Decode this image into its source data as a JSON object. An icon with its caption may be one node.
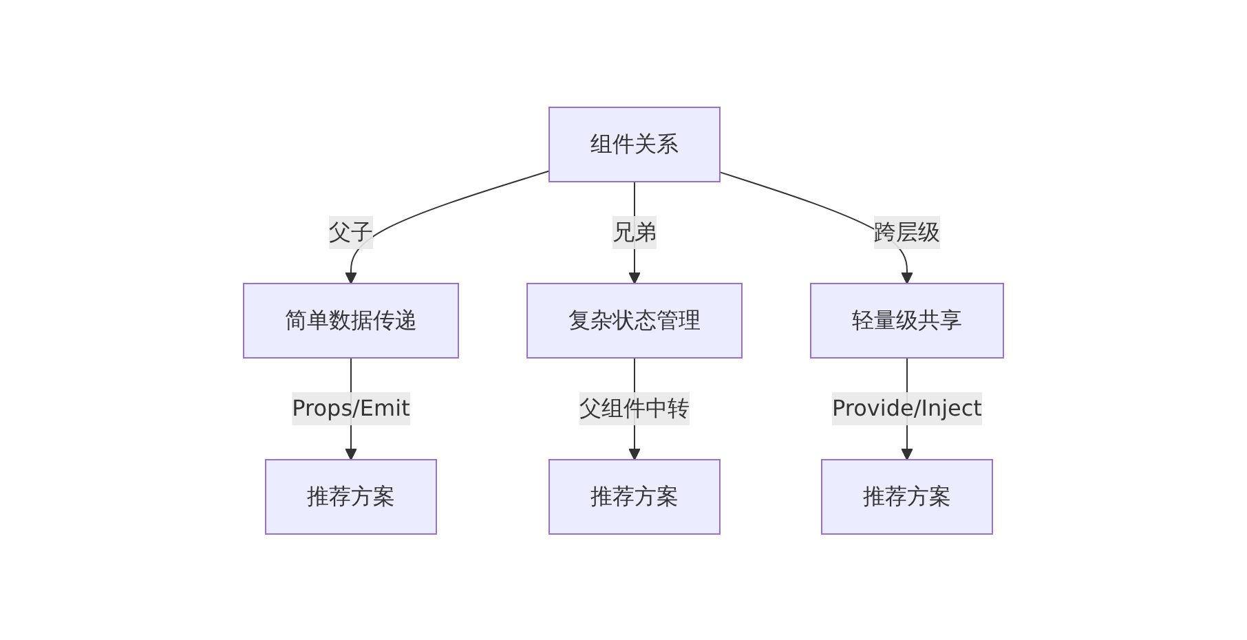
{
  "diagram": {
    "nodes": [
      {
        "text": [
          "组件关系"
        ]
      },
      {
        "text": [
          "简单数据传递"
        ]
      },
      {
        "text": [
          "复杂状态管理"
        ]
      },
      {
        "text": [
          "轻量级共享"
        ]
      },
      {
        "text": [
          "推荐方案"
        ]
      },
      {
        "text": [
          "推荐方案"
        ]
      },
      {
        "text": [
          "推荐方案"
        ]
      }
    ],
    "edges": [
      {
        "from": 0,
        "to": 1,
        "arrow": "to",
        "label": "父子"
      },
      {
        "from": 0,
        "to": 2,
        "arrow": "to",
        "label": "兄弟"
      },
      {
        "from": 0,
        "to": 3,
        "arrow": "to",
        "label": "跨层级"
      },
      {
        "from": 1,
        "to": 4,
        "arrow": "to",
        "label": "Props/Emit"
      },
      {
        "from": 2,
        "to": 5,
        "arrow": "to",
        "label": "父组件中转"
      },
      {
        "from": 3,
        "to": 6,
        "arrow": "to",
        "label": "Provide/Inject"
      }
    ]
  }
}
